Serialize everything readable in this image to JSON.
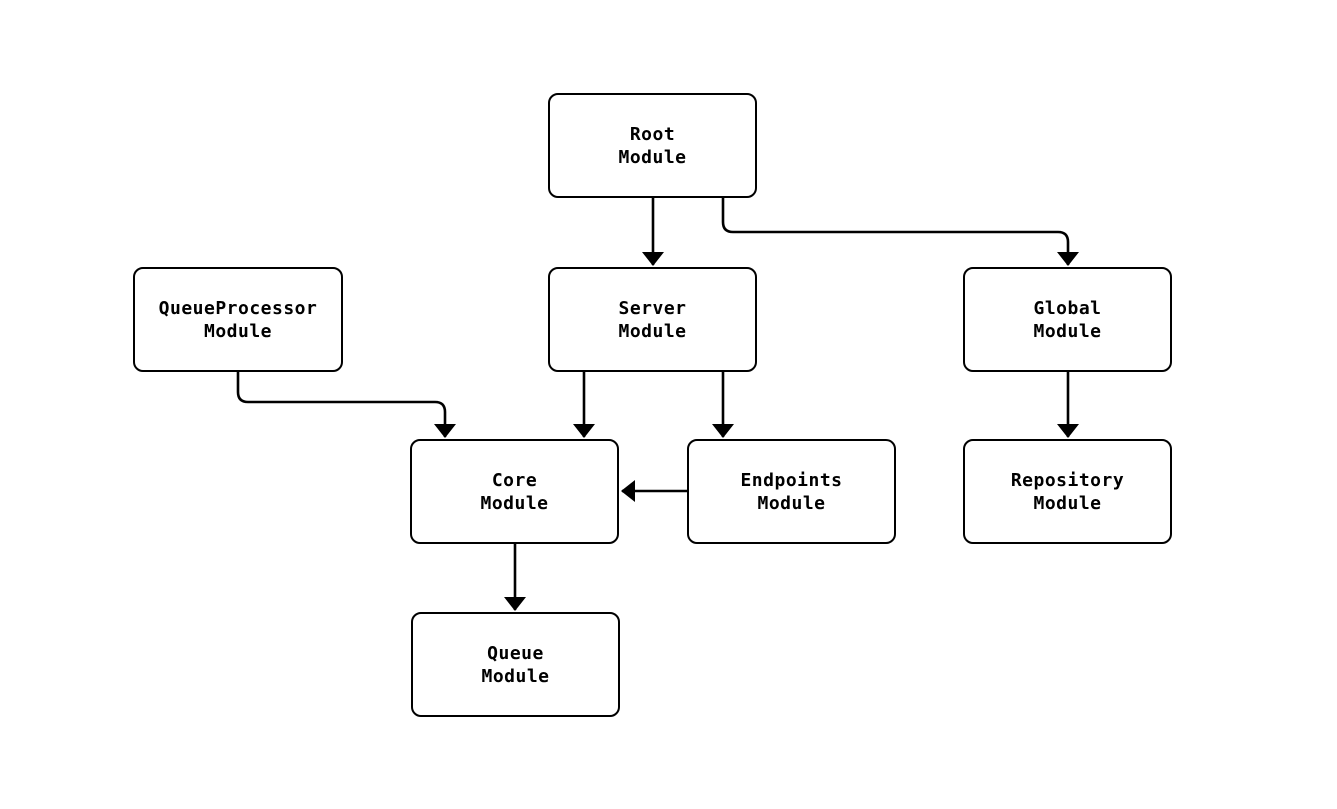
{
  "diagram": {
    "type": "flowchart",
    "background_color": "#ffffff",
    "node_fill_color": "#ffffff",
    "node_border_color": "#000000",
    "edge_color": "#000000",
    "text_color": "#000000",
    "nodes": [
      {
        "id": "root",
        "line1": "Root",
        "line2": "Module"
      },
      {
        "id": "queueprocessor",
        "line1": "QueueProcessor",
        "line2": "Module"
      },
      {
        "id": "server",
        "line1": "Server",
        "line2": "Module"
      },
      {
        "id": "global",
        "line1": "Global",
        "line2": "Module"
      },
      {
        "id": "core",
        "line1": "Core",
        "line2": "Module"
      },
      {
        "id": "endpoints",
        "line1": "Endpoints",
        "line2": "Module"
      },
      {
        "id": "repository",
        "line1": "Repository",
        "line2": "Module"
      },
      {
        "id": "queue",
        "line1": "Queue",
        "line2": "Module"
      }
    ],
    "edges": [
      {
        "from": "root",
        "to": "server"
      },
      {
        "from": "root",
        "to": "global"
      },
      {
        "from": "queueprocessor",
        "to": "core"
      },
      {
        "from": "server",
        "to": "core"
      },
      {
        "from": "server",
        "to": "endpoints"
      },
      {
        "from": "endpoints",
        "to": "core"
      },
      {
        "from": "global",
        "to": "repository"
      },
      {
        "from": "core",
        "to": "queue"
      }
    ]
  }
}
